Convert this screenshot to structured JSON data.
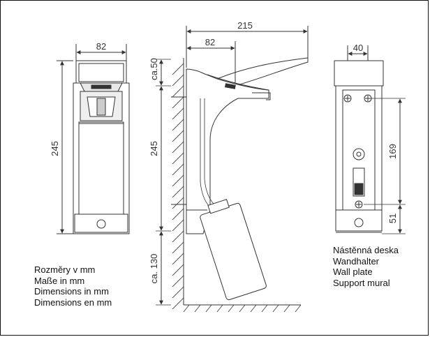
{
  "dimensions": {
    "front_width": "82",
    "front_height": "245",
    "side_total_width": "215",
    "side_body_width": "82",
    "side_top_offset": "ca.50",
    "side_height": "245",
    "side_bottom_offset": "ca. 130",
    "plate_width": "40",
    "plate_hole_spacing": "169",
    "plate_bottom_offset": "51"
  },
  "units_legend": [
    "Rozměry v mm",
    "Maße in mm",
    "Dimensions in mm",
    "Dimensions en mm"
  ],
  "wall_plate_legend": [
    "Nástěnná deska",
    "Wandhalter",
    "Wall plate",
    "Support mural"
  ],
  "colors": {
    "line": "#333333",
    "fill": "#ffffff",
    "shade": "#cfcfcf"
  }
}
